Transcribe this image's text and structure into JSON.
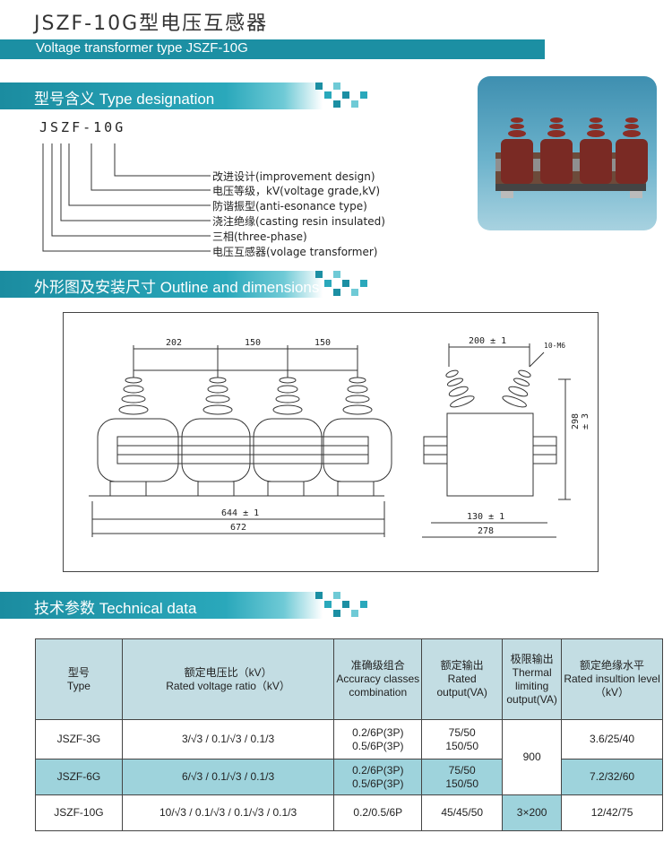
{
  "header": {
    "title": "JSZF-10G型电压互感器",
    "subtitle": "Voltage transformer type JSZF-10G"
  },
  "section_type": {
    "heading": "型号含义 Type designation",
    "model": "JSZF-10G",
    "lines": [
      "改进设计(improvement  design)",
      "电压等级，kV(voltage grade,kV)",
      "防谐振型(anti-esonance type)",
      "浇注绝缘(casting resin insulated)",
      "三相(three-phase)",
      "电压互感器(volage  transformer)"
    ]
  },
  "section_outline": {
    "heading": "外形图及安装尺寸  Outline and dimensions",
    "dims": {
      "d202": "202",
      "d150a": "150",
      "d150b": "150",
      "d644": "644 ± 1",
      "d672": "672",
      "d200": "200 ± 1",
      "d10m": "10-M6",
      "d298": "298 ± 3",
      "d130": "130 ± 1",
      "d278": "278"
    }
  },
  "section_tech": {
    "heading": "技术参数   Technical data",
    "columns": [
      {
        "cn": "型号",
        "en": "Type"
      },
      {
        "cn": "额定电压比（kV）",
        "en": "Rated voltage ratio（kV）"
      },
      {
        "cn": "准确级组合",
        "en": "Accuracy classes combination"
      },
      {
        "cn": "额定输出",
        "en": "Rated output(VA)"
      },
      {
        "cn": "极限输出",
        "en": "Thermal limiting output(VA)"
      },
      {
        "cn": "额定绝缘水平",
        "en": "Rated insultion level（kV）"
      }
    ],
    "rows": [
      {
        "type": "JSZF-3G",
        "ratio": "3/√3  / 0.1/√3  / 0.1/3",
        "acc1": "0.2/6P(3P)",
        "acc2": "0.5/6P(3P)",
        "out1": "75/50",
        "out2": "150/50",
        "level": "3.6/25/40"
      },
      {
        "type": "JSZF-6G",
        "ratio": "6/√3  / 0.1/√3  / 0.1/3",
        "acc1": "0.2/6P(3P)",
        "acc2": "0.5/6P(3P)",
        "out1": "75/50",
        "out2": "150/50",
        "level": "7.2/32/60"
      },
      {
        "type": "JSZF-10G",
        "ratio": "10/√3  / 0.1/√3  / 0.1/√3  / 0.1/3",
        "acc1": "0.2/0.5/6P",
        "acc2": "",
        "out1": "45/45/50",
        "out2": "",
        "level": "12/42/75"
      }
    ],
    "thermal_shared": "900",
    "thermal_last": "3×200"
  },
  "colors": {
    "accent": "#1c8fa3",
    "row_highlight": "#9ed3dc",
    "header_bg": "#c3dde3"
  }
}
